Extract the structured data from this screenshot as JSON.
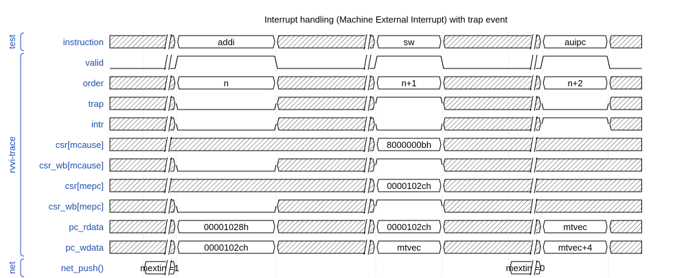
{
  "title": "Interrupt handling (Machine External Interrupt) with trap event",
  "groups": [
    {
      "label": "test",
      "first": 0,
      "last": 0
    },
    {
      "label": "rvvi-trace",
      "first": 1,
      "last": 10
    },
    {
      "label": "net",
      "first": 11,
      "last": 11
    }
  ],
  "signals": [
    {
      "name": "instruction",
      "segments": [
        {
          "a": 0,
          "b": 4,
          "t": "x"
        },
        {
          "a": 4,
          "b": 10,
          "t": "data",
          "v": "addi"
        },
        {
          "a": 10,
          "b": 16,
          "t": "x"
        },
        {
          "a": 16,
          "b": 20,
          "t": "data",
          "v": "sw"
        },
        {
          "a": 20,
          "b": 26,
          "t": "x"
        },
        {
          "a": 26,
          "b": 30,
          "t": "data",
          "v": "auipc"
        },
        {
          "a": 30,
          "b": 32,
          "t": "x"
        }
      ]
    },
    {
      "name": "valid",
      "segments": [
        {
          "a": 0,
          "b": 4,
          "t": "low"
        },
        {
          "a": 4,
          "b": 10,
          "t": "high"
        },
        {
          "a": 10,
          "b": 16,
          "t": "low"
        },
        {
          "a": 16,
          "b": 20,
          "t": "high"
        },
        {
          "a": 20,
          "b": 26,
          "t": "low"
        },
        {
          "a": 26,
          "b": 30,
          "t": "high"
        },
        {
          "a": 30,
          "b": 32,
          "t": "low"
        }
      ]
    },
    {
      "name": "order",
      "segments": [
        {
          "a": 0,
          "b": 4,
          "t": "x"
        },
        {
          "a": 4,
          "b": 10,
          "t": "data",
          "v": "n"
        },
        {
          "a": 10,
          "b": 16,
          "t": "x"
        },
        {
          "a": 16,
          "b": 20,
          "t": "data",
          "v": "n+1"
        },
        {
          "a": 20,
          "b": 26,
          "t": "x"
        },
        {
          "a": 26,
          "b": 30,
          "t": "data",
          "v": "n+2"
        },
        {
          "a": 30,
          "b": 32,
          "t": "x"
        }
      ]
    },
    {
      "name": "trap",
      "segments": [
        {
          "a": 0,
          "b": 4,
          "t": "x"
        },
        {
          "a": 4,
          "b": 10,
          "t": "low"
        },
        {
          "a": 10,
          "b": 16,
          "t": "x"
        },
        {
          "a": 16,
          "b": 20,
          "t": "high"
        },
        {
          "a": 20,
          "b": 26,
          "t": "x"
        },
        {
          "a": 26,
          "b": 30,
          "t": "low"
        },
        {
          "a": 30,
          "b": 32,
          "t": "x"
        }
      ]
    },
    {
      "name": "intr",
      "segments": [
        {
          "a": 0,
          "b": 4,
          "t": "x"
        },
        {
          "a": 4,
          "b": 10,
          "t": "low"
        },
        {
          "a": 10,
          "b": 16,
          "t": "x"
        },
        {
          "a": 16,
          "b": 20,
          "t": "low"
        },
        {
          "a": 20,
          "b": 26,
          "t": "x"
        },
        {
          "a": 26,
          "b": 30,
          "t": "high"
        },
        {
          "a": 30,
          "b": 32,
          "t": "x"
        }
      ]
    },
    {
      "name": "csr[mcause]",
      "segments": [
        {
          "a": 0,
          "b": 16,
          "t": "x"
        },
        {
          "a": 16,
          "b": 20,
          "t": "data",
          "v": "8000000bh"
        },
        {
          "a": 20,
          "b": 32,
          "t": "x"
        }
      ]
    },
    {
      "name": "csr_wb[mcause]",
      "segments": [
        {
          "a": 0,
          "b": 4,
          "t": "x"
        },
        {
          "a": 4,
          "b": 10,
          "t": "low"
        },
        {
          "a": 10,
          "b": 16,
          "t": "x"
        },
        {
          "a": 16,
          "b": 20,
          "t": "high"
        },
        {
          "a": 20,
          "b": 32,
          "t": "x"
        }
      ]
    },
    {
      "name": "csr[mepc]",
      "segments": [
        {
          "a": 0,
          "b": 16,
          "t": "x"
        },
        {
          "a": 16,
          "b": 20,
          "t": "data",
          "v": "0000102ch"
        },
        {
          "a": 20,
          "b": 32,
          "t": "x"
        }
      ]
    },
    {
      "name": "csr_wb[mepc]",
      "segments": [
        {
          "a": 0,
          "b": 4,
          "t": "x"
        },
        {
          "a": 4,
          "b": 10,
          "t": "low"
        },
        {
          "a": 10,
          "b": 16,
          "t": "x"
        },
        {
          "a": 16,
          "b": 20,
          "t": "high"
        },
        {
          "a": 20,
          "b": 32,
          "t": "x"
        }
      ]
    },
    {
      "name": "pc_rdata",
      "segments": [
        {
          "a": 0,
          "b": 4,
          "t": "x"
        },
        {
          "a": 4,
          "b": 10,
          "t": "data",
          "v": "00001028h"
        },
        {
          "a": 10,
          "b": 16,
          "t": "x"
        },
        {
          "a": 16,
          "b": 20,
          "t": "data",
          "v": "0000102ch"
        },
        {
          "a": 20,
          "b": 26,
          "t": "x"
        },
        {
          "a": 26,
          "b": 30,
          "t": "data",
          "v": "mtvec"
        },
        {
          "a": 30,
          "b": 32,
          "t": "x"
        }
      ]
    },
    {
      "name": "pc_wdata",
      "segments": [
        {
          "a": 0,
          "b": 4,
          "t": "x"
        },
        {
          "a": 4,
          "b": 10,
          "t": "data",
          "v": "0000102ch"
        },
        {
          "a": 10,
          "b": 16,
          "t": "x"
        },
        {
          "a": 16,
          "b": 20,
          "t": "data",
          "v": "mtvec"
        },
        {
          "a": 20,
          "b": 26,
          "t": "x"
        },
        {
          "a": 26,
          "b": 30,
          "t": "data",
          "v": "mtvec+4"
        },
        {
          "a": 30,
          "b": 32,
          "t": "x"
        }
      ]
    },
    {
      "name": "net_push()",
      "segments": [
        {
          "a": 0,
          "b": 2,
          "t": "none"
        },
        {
          "a": 2,
          "b": 4,
          "t": "data",
          "v": "mextint=1"
        },
        {
          "a": 4,
          "b": 24,
          "t": "none"
        },
        {
          "a": 24,
          "b": 26,
          "t": "data",
          "v": "mextint=0"
        },
        {
          "a": 26,
          "b": 32,
          "t": "none"
        }
      ]
    }
  ],
  "gaps": [
    3,
    15,
    25
  ],
  "colors": {
    "wave": "#000000",
    "label": "#1f4fb0",
    "grid": "#bbbbbb",
    "hatch": "#555555"
  }
}
